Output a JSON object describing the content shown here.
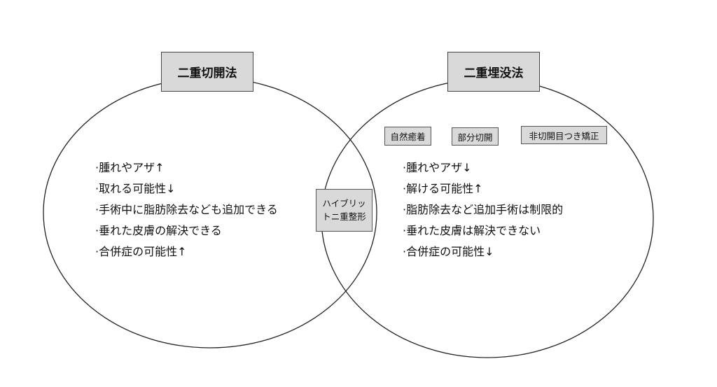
{
  "left_set": {
    "title": "二重切開法",
    "items": [
      "·腫れやアザ↑",
      "·取れる可能性↓",
      "·手術中に脂肪除去なども追加できる",
      "·垂れた皮膚の解決できる",
      "·合併症の可能性↑"
    ]
  },
  "right_set": {
    "title": "二重埋没法",
    "tags": [
      "自然癒着",
      "部分切開",
      "非切開目つき矯正"
    ],
    "items": [
      "·腫れやアザ↓",
      "·解ける可能性↑",
      "·脂肪除去など追加手術は制限的",
      "·垂れた皮膚は解決できない",
      "·合併症の可能性↓"
    ]
  },
  "intersection": {
    "label": "ハイブリットニ重整形"
  }
}
